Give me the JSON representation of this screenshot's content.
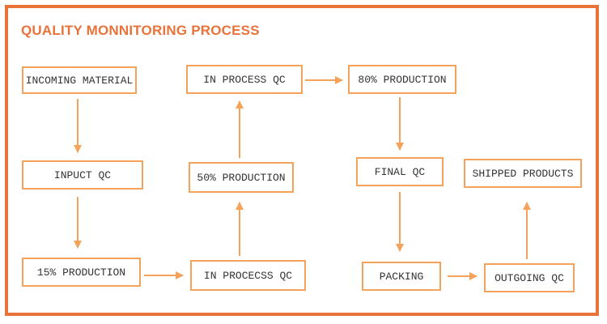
{
  "title": "QUALITY MONNITORING PROCESS",
  "colors": {
    "frame": "#e8733a",
    "title": "#e8733a",
    "box_border": "#f5a25a",
    "arrow": "#f5a25a",
    "text": "#333333"
  },
  "steps": {
    "incoming_material": "INCOMING MATERIAL",
    "inpuct_qc": "INPUCT QC",
    "production_15": "15% PRODUCTION",
    "in_procecss_qc": "IN PROCECSS QC",
    "production_50": "50% PRODUCTION",
    "in_process_qc": "IN PROCESS QC",
    "production_80": "80% PRODUCTION",
    "final_qc": "FINAL QC",
    "packing": "PACKING",
    "outgoing_qc": "OUTGOING QC",
    "shipped_products": "SHIPPED PRODUCTS"
  }
}
